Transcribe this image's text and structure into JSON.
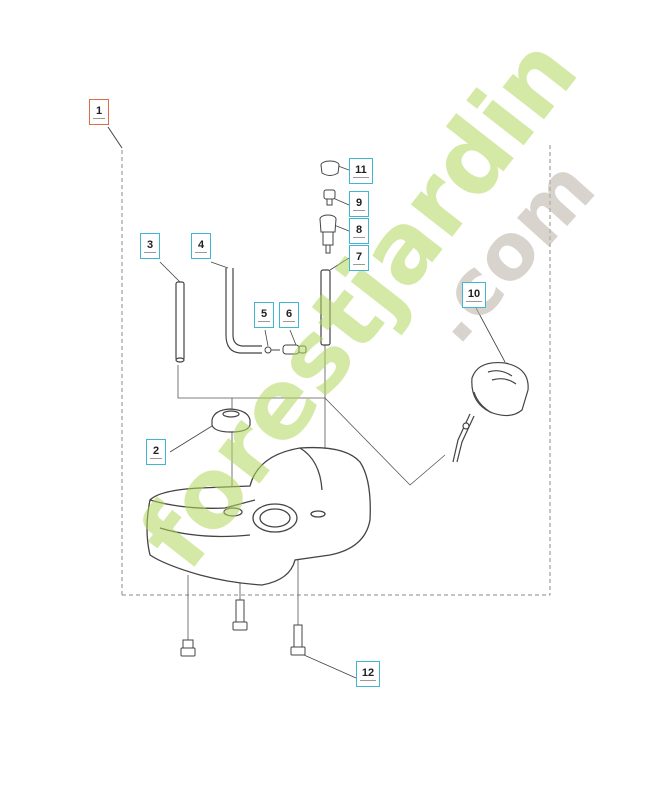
{
  "callouts": {
    "c1": "1",
    "c2": "2",
    "c3": "3",
    "c4": "4",
    "c5": "5",
    "c6": "6",
    "c7": "7",
    "c8": "8",
    "c9": "9",
    "c10": "10",
    "c11": "11",
    "c12": "12"
  },
  "watermark": {
    "part1": "forest",
    "part2": "jardin",
    "part3": ".com",
    "color_green": "#b2d75c",
    "color_grey": "#beb7ac"
  },
  "colors": {
    "callout_border": "#3fb7d3",
    "callout_main_border": "#e06a4a",
    "line": "#444444",
    "dashed": "#888888"
  }
}
